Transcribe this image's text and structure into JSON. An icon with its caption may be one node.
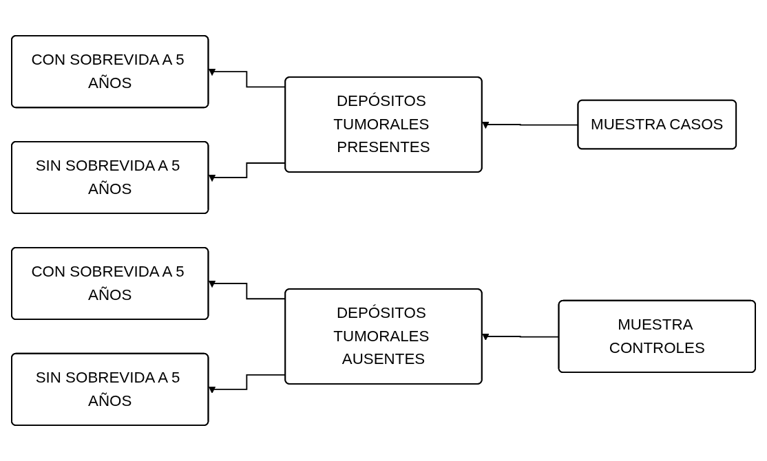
{
  "diagram": {
    "nodes": [
      {
        "text": [
          "CON SOBREVIDA A 5 AÑOS"
        ]
      },
      {
        "text": [
          "DEPÓSITOS TUMORALES PRESENTES"
        ]
      },
      {
        "text": [
          "MUESTRA CASOS"
        ]
      },
      {
        "text": [
          "SIN SOBREVIDA A 5 AÑOS"
        ]
      },
      {
        "text": [
          "CON SOBREVIDA A 5 AÑOS"
        ]
      },
      {
        "text": [
          "DEPÓSITOS TUMORALES AUSENTES"
        ]
      },
      {
        "text": [
          "MUESTRA CONTROLES"
        ]
      },
      {
        "text": [
          "SIN SOBREVIDA A 5 AÑOS"
        ]
      }
    ],
    "edges": [
      {
        "from": 2,
        "to": 1,
        "arrow": "to"
      },
      {
        "from": 1,
        "to": 0,
        "arrow": "to"
      },
      {
        "from": 1,
        "to": 3,
        "arrow": "to"
      },
      {
        "from": 6,
        "to": 5,
        "arrow": "to"
      },
      {
        "from": 5,
        "to": 4,
        "arrow": "to"
      },
      {
        "from": 5,
        "to": 7,
        "arrow": "to"
      }
    ]
  }
}
